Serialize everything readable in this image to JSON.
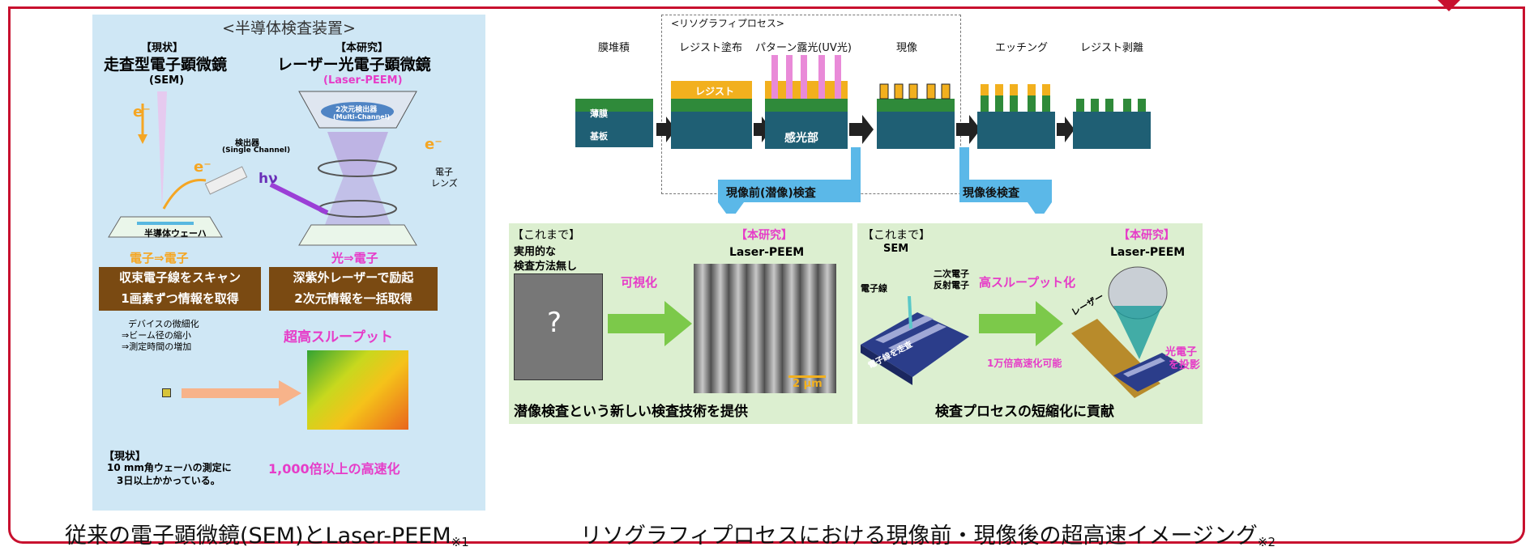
{
  "left_figure": {
    "title": "<半導体検査装置>",
    "current_tag": "【現状】",
    "current_name": "走査型電子顕微鏡",
    "current_abbr": "(SEM)",
    "research_tag": "【本研究】",
    "research_name": "レーザー光電子顕微鏡",
    "research_abbr": "(Laser-PEEM)",
    "detector_single_label": "検出器",
    "detector_single_sub": "(Single Channel)",
    "detector_multi_label": "2次元検出器",
    "detector_multi_sub": "(Multi-Channel)",
    "electron_symbol": "e⁻",
    "hv_symbol": "hν",
    "lens_label_1": "電子",
    "lens_label_2": "レンズ",
    "wafer_label": "半導体ウェーハ",
    "sem_mode": "電子⇒電子",
    "peem_mode": "光⇒電子",
    "sem_desc_1": "収束電子線をスキャン",
    "sem_desc_2": "1画素ずつ情報を取得",
    "peem_desc_1": "深紫外レーザーで励起",
    "peem_desc_2": "2次元情報を一括取得",
    "issue_1": "デバイスの微細化",
    "issue_2": "⇒ビーム径の縮小",
    "issue_3": "⇒測定時間の増加",
    "throughput": "超高スループット",
    "status_tag": "【現状】",
    "status_1": "10 mm角ウェーハの測定に",
    "status_2": "3日以上かかっている。",
    "speedup": "1,000倍以上の高速化",
    "colors": {
      "panel": "#cfe7f5",
      "brown": "#7a4a12",
      "magenta": "#e63cc8",
      "orange": "#f5a623"
    }
  },
  "left_caption": {
    "text": "従来の電子顕微鏡(SEM)とLaser-PEEM",
    "note": "※1"
  },
  "right_figure": {
    "litho_label": "<リソグラフィプロセス>",
    "stages": [
      "膜堆積",
      "レジスト塗布",
      "パターン露光(UV光)",
      "現像",
      "エッチング",
      "レジスト剥離"
    ],
    "layer_film": "薄膜",
    "layer_substrate": "基板",
    "layer_resist": "レジスト",
    "photosensitive": "感光部",
    "pre_inspection": "現像前(潜像)検査",
    "post_inspection": "現像後検査",
    "panel_a": {
      "tag_before": "【これまで】",
      "before_1": "実用的な",
      "before_2": "検査方法無し",
      "question": "?",
      "action": "可視化",
      "tag_research": "【本研究】",
      "method": "Laser-PEEM",
      "scale": "2 μm",
      "summary": "潜像検査という新しい検査技術を提供"
    },
    "panel_b": {
      "tag_before": "【これまで】",
      "method_before": "SEM",
      "electron_beam": "電子線",
      "secondary_1": "二次電子",
      "secondary_2": "反射電子",
      "scan_label": "電子線を走査",
      "action": "高スループット化",
      "speed": "1万倍高速化可能",
      "tag_research": "【本研究】",
      "method": "Laser-PEEM",
      "laser": "レーザー",
      "photo_1": "光電子",
      "photo_2": "を投影",
      "summary": "検査プロセスの短縮化に貢献"
    },
    "colors": {
      "substrate": "#1f5f74",
      "film": "#2f8a3a",
      "resist": "#f2b01e",
      "uv": "#e98ad8",
      "arrow_blue": "#5bb8e8",
      "panel_green": "#dcefd0",
      "arrow_green": "#7cc94a"
    }
  },
  "right_caption": {
    "text": "リソグラフィプロセスにおける現像前・現像後の超高速イメージング",
    "note": "※2"
  }
}
